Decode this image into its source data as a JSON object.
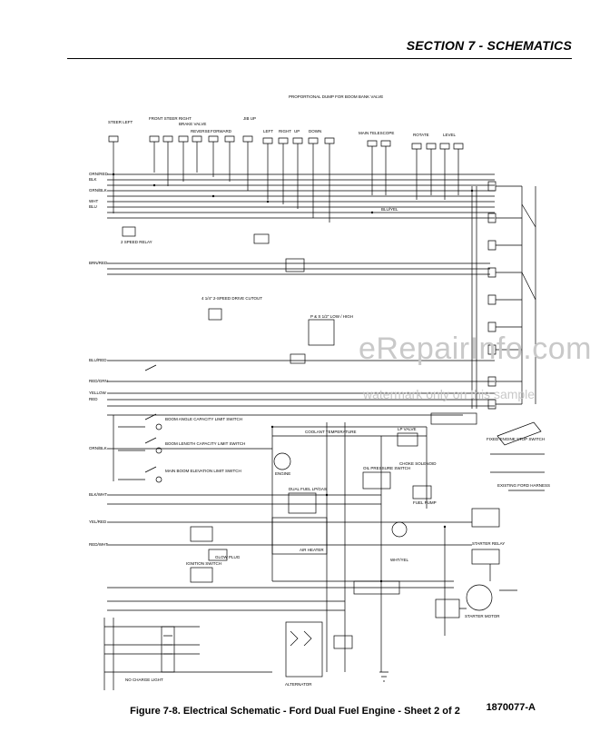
{
  "header": {
    "section_title": "SECTION 7 - SCHEMATICS"
  },
  "figure": {
    "caption": "Figure 7-8.  Electrical Schematic - Ford Dual Fuel Engine - Sheet 2 of 2",
    "drawing_number": "1870077-A"
  },
  "watermark": {
    "main": "eRepairInfo.com",
    "sub": "watermark only on this sample"
  },
  "schematic": {
    "top_labels": {
      "steer_left": "STEER LEFT",
      "front_steer_right": "FRONT STEER RIGHT",
      "brake_valve": "BRAKE VALVE",
      "drive_reverse": "REVERSE",
      "drive_forward": "FORWARD",
      "jib_up": "JIB UP",
      "swing_left": "LEFT",
      "swing_right": "RIGHT",
      "main_lift_up": "UP",
      "main_lift_down": "DOWN",
      "proportional_dump": "PROPORTIONAL DUMP FOR BOOM BANK VALVE",
      "main_telescope": "MAIN TELESCOPE",
      "rotate": "ROTATE",
      "level": "LEVEL"
    },
    "wire_labels": {
      "orn_red_1": "ORN/RED",
      "blk": "BLK",
      "grn_blk": "GRN/BLK",
      "wht": "WHT",
      "blu": "BLU",
      "brn_red": "BRN/RED",
      "blu_red": "BLU/RED",
      "red_grn": "RED/GRN",
      "blk_wht": "BLK/WHT",
      "yel_red": "YEL/RED",
      "orn_blk": "ORN/BLK",
      "red_wht": "RED/WHT",
      "yellow": "YELLOW",
      "red": "RED",
      "blu_yel": "BLU/YEL",
      "wht_yel": "WHT/YEL"
    },
    "component_labels": {
      "speed_relay": "2 SPEED RELAY",
      "drive_cutout": "4 1/4\" 2-SPEED DRIVE CUTOUT",
      "two_speed_switch": "P & S 1/2\" LOW / HIGH",
      "boom_angle_switch": "BOOM ANGLE CAPACITY LIMIT SWITCH",
      "boom_length_switch": "BOOM LENGTH CAPACITY LIMIT SWITCH",
      "main_boom_elevation": "MAIN BOOM ELEVATION LIMIT SWITCH",
      "engine": "ENGINE",
      "dual_fuel_lp_gas": "DUAL FUEL LP/GAS",
      "lp_valve": "LP VALVE",
      "fuel_pump": "FUEL PUMP",
      "choke_solenoid": "CHOKE SOLENOID",
      "coolant_temp": "COOLANT TEMPERATURE",
      "oil_pressure": "OIL PRESSURE SWITCH",
      "air_heater": "AIR HEATER",
      "starter_relay": "STARTER RELAY",
      "starter_motor": "STARTER MOTOR",
      "alternator": "ALTERNATOR",
      "ignition_switch": "IGNITION SWITCH",
      "glow_plug": "GLOW PLUG",
      "no_charge_light": "NO CHARGE LIGHT",
      "existing_ford_harness": "EXISTING FORD HARNESS",
      "pressure_switch": "FIXED ENGINE STOP SWITCH"
    }
  }
}
